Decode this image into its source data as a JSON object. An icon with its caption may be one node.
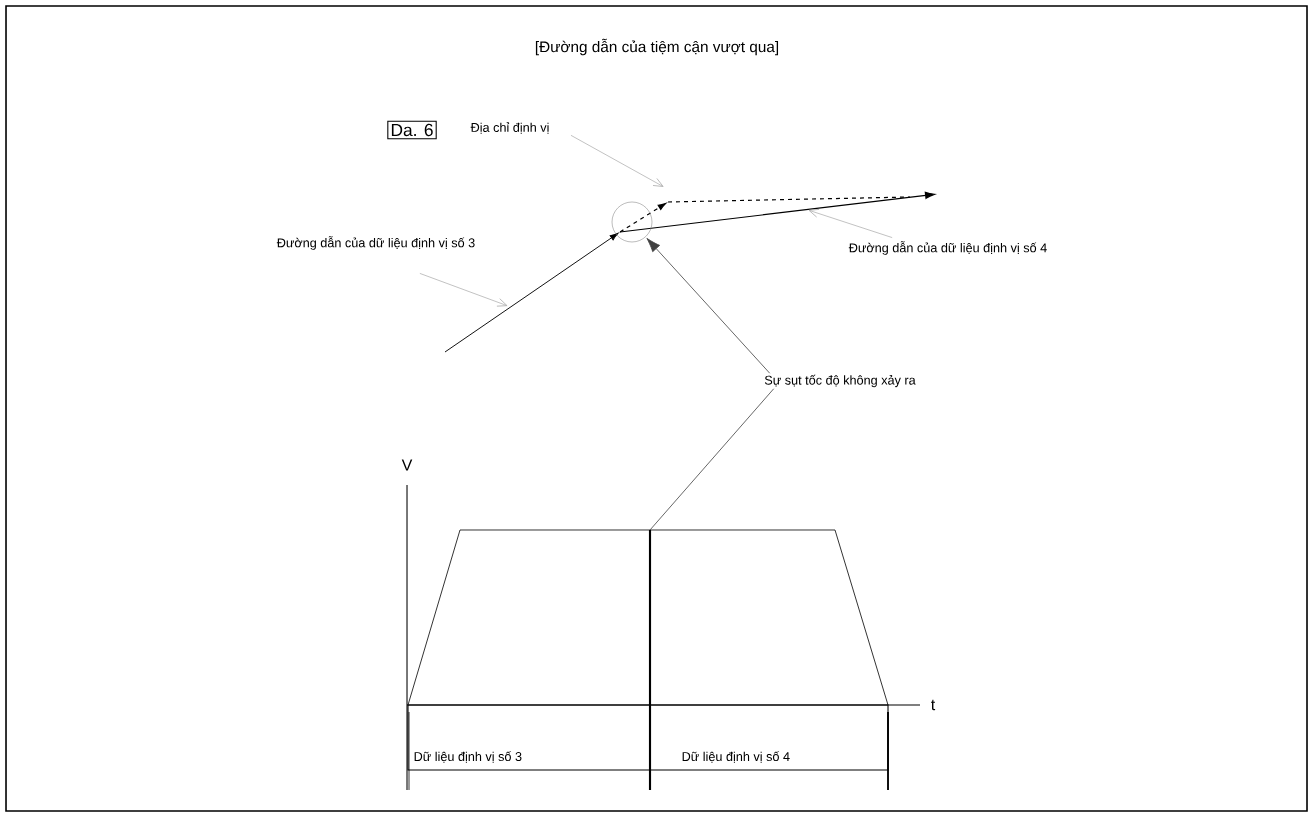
{
  "diagram": {
    "title": "[Đường dẫn của tiệm cận vượt qua]",
    "nodes": [
      {
        "text": [
          "Da. 6"
        ]
      },
      {
        "text": [
          "Địa chỉ định vị"
        ]
      },
      {
        "text": [
          "Đường dẫn của dữ liệu định vị số 3"
        ]
      },
      {
        "text": [
          "Đường dẫn của dữ liệu định vị số 4"
        ]
      },
      {
        "text": [
          "Sự sụt tốc độ không xảy ra"
        ]
      },
      {
        "text": [],
        "shape": "circle"
      },
      {
        "text": [
          "Dữ liệu định vị số 3"
        ]
      },
      {
        "text": [
          "Dữ liệu định vị số 4"
        ]
      }
    ],
    "edges": [
      {
        "from": 1,
        "to": null,
        "arrow": "to"
      },
      {
        "from": 2,
        "to": null,
        "arrow": "to"
      },
      {
        "from": 3,
        "to": null,
        "arrow": "to"
      },
      {
        "from": 4,
        "to": 5,
        "arrow": "to",
        "color": "#404040"
      },
      {
        "from": 4,
        "to": null,
        "arrow": "none",
        "color": "#404040"
      }
    ],
    "labels": [
      "V",
      "t"
    ]
  }
}
